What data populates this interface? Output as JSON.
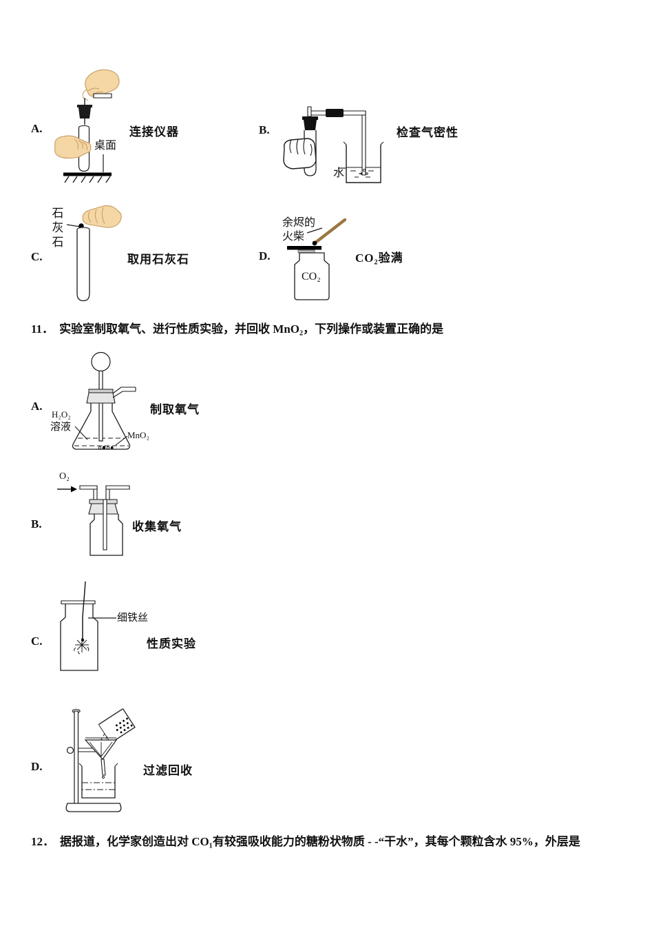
{
  "page": {
    "background": "#ffffff",
    "ink": "#1a1a1a"
  },
  "colors": {
    "skin": "#f4d7a5",
    "skin_outline": "#c59a5f",
    "match_wood": "#9a7743",
    "stopper_dark": "#1c1c1c",
    "stopper_grey": "#e2e2e2"
  },
  "q10": {
    "options": [
      {
        "letter": "A.",
        "label": "连接仪器",
        "annotations": {
          "desk": "桌面"
        }
      },
      {
        "letter": "B.",
        "label": "检查气密性",
        "annotations": {
          "water": "水"
        }
      },
      {
        "letter": "C.",
        "label": "取用石灰石",
        "annotations": {
          "limestone": "石\n灰\n石"
        }
      },
      {
        "letter": "D.",
        "label": "CO₂验满",
        "annotations": {
          "match_line1": "余烬的",
          "match_line2": "火柴",
          "bottle_text": "CO₂"
        }
      }
    ]
  },
  "q11": {
    "number": "11．",
    "text": "实验室制取氧气、进行性质实验，并回收 MnO₂，下列操作或装置正确的是",
    "options": [
      {
        "letter": "A.",
        "label": "制取氧气",
        "annotations": {
          "reagent_line1": "H₂O₂",
          "reagent_line2": "溶液",
          "catalyst": "MnO₂"
        }
      },
      {
        "letter": "B.",
        "label": "收集氧气",
        "annotations": {
          "gas": "O₂"
        }
      },
      {
        "letter": "C.",
        "label": "性质实验",
        "annotations": {
          "wire": "细铁丝"
        }
      },
      {
        "letter": "D.",
        "label": "过滤回收",
        "annotations": {}
      }
    ]
  },
  "q12": {
    "number": "12．",
    "text": "据报道，化学家创造出对 CO₁有较强吸收能力的糖粉状物质 - -“干水”，其每个颗粒含水 95%，外层是"
  }
}
